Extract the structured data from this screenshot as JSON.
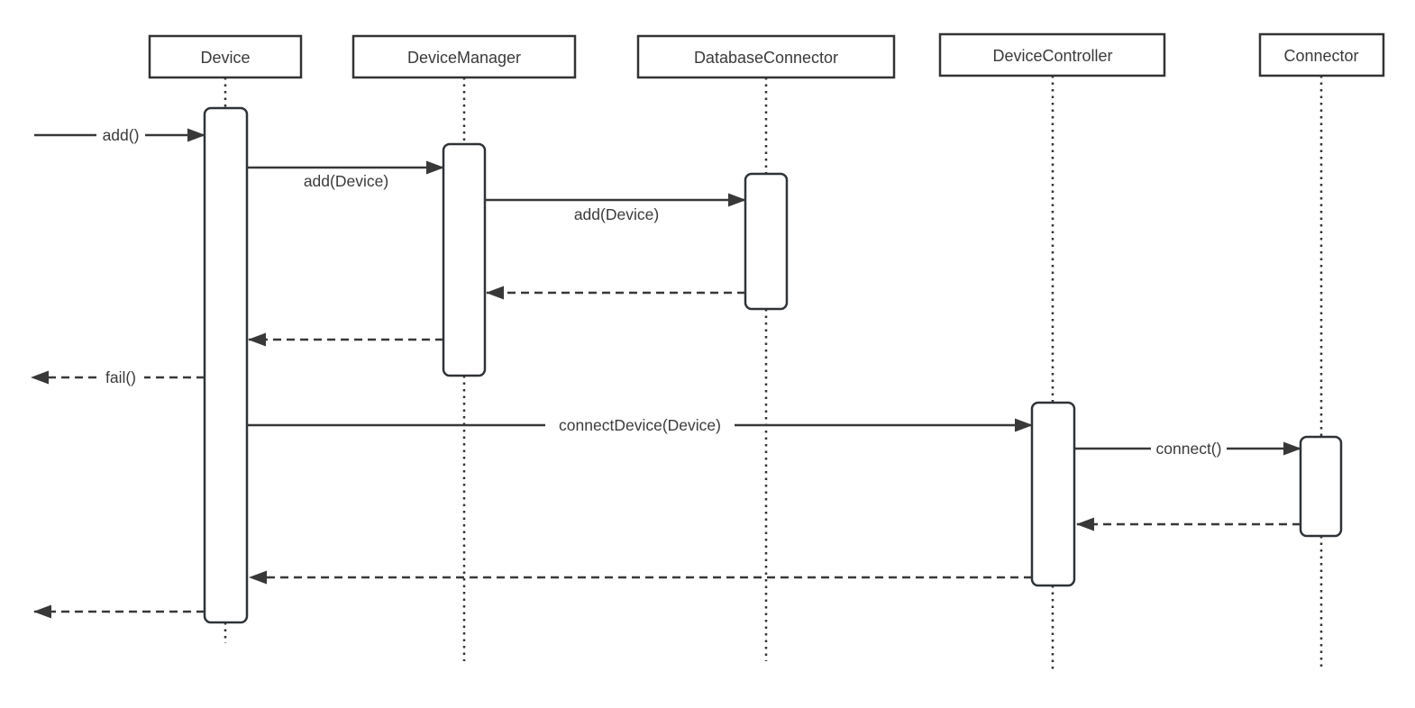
{
  "diagram": {
    "type": "uml-sequence-diagram",
    "background_color": "#ffffff",
    "stroke_color": "#383838",
    "text_color": "#3a3a3a",
    "participants": [
      {
        "name": "Device"
      },
      {
        "name": "DeviceManager"
      },
      {
        "name": "DatabaseConnector"
      },
      {
        "name": "DeviceController"
      },
      {
        "name": "Connector"
      }
    ],
    "messages": [
      {
        "label": "add()",
        "from": "external",
        "to": "Device",
        "kind": "sync-call"
      },
      {
        "label": "add(Device)",
        "from": "Device",
        "to": "DeviceManager",
        "kind": "sync-call"
      },
      {
        "label": "add(Device)",
        "from": "DeviceManager",
        "to": "DatabaseConnector",
        "kind": "sync-call"
      },
      {
        "label": "",
        "from": "DatabaseConnector",
        "to": "DeviceManager",
        "kind": "return"
      },
      {
        "label": "",
        "from": "DeviceManager",
        "to": "Device",
        "kind": "return"
      },
      {
        "label": "fail()",
        "from": "Device",
        "to": "external",
        "kind": "return"
      },
      {
        "label": "connectDevice(Device)",
        "from": "Device",
        "to": "DeviceController",
        "kind": "sync-call"
      },
      {
        "label": "connect()",
        "from": "DeviceController",
        "to": "Connector",
        "kind": "sync-call"
      },
      {
        "label": "",
        "from": "Connector",
        "to": "DeviceController",
        "kind": "return"
      },
      {
        "label": "",
        "from": "DeviceController",
        "to": "Device",
        "kind": "return"
      },
      {
        "label": "",
        "from": "Device",
        "to": "external",
        "kind": "return"
      }
    ]
  }
}
